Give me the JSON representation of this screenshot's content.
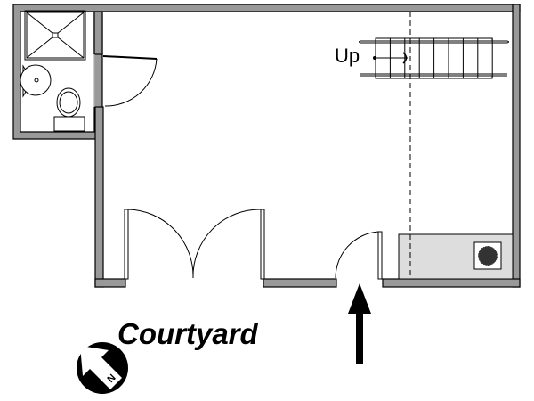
{
  "labels": {
    "stairs": "Up",
    "outside": "Courtyard",
    "compass": "N"
  },
  "colors": {
    "wall": "#999999",
    "counter": "#dddddd",
    "line": "#000000"
  }
}
